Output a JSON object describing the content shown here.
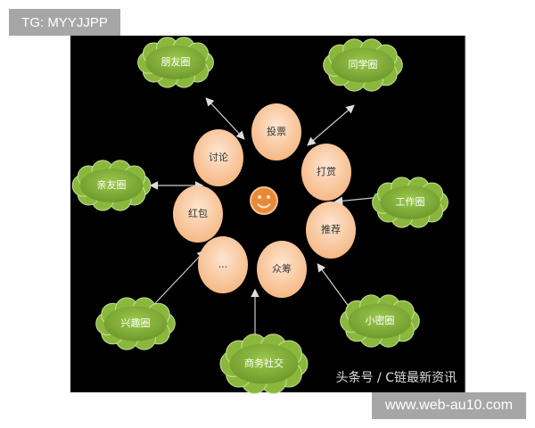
{
  "header_tag": "TG: MYYJJPP",
  "footer_tag": "www.web-au10.com",
  "diagram": {
    "center": {
      "icon": "smiley-face-icon"
    },
    "features": [
      "投票",
      "讨论",
      "打赏",
      "红包",
      "推荐",
      "...",
      "众筹"
    ],
    "circles_social": [
      "朋友圈",
      "同学圈",
      "亲友圈",
      "工作圈",
      "兴趣圈",
      "小密圈",
      "商务社交"
    ],
    "watermark": "头条号 / C链最新资讯",
    "colors": {
      "background": "#000000",
      "cloud": "#8ab83c",
      "bubble": "#f9c9a0",
      "smiley": "#e8893a"
    }
  }
}
